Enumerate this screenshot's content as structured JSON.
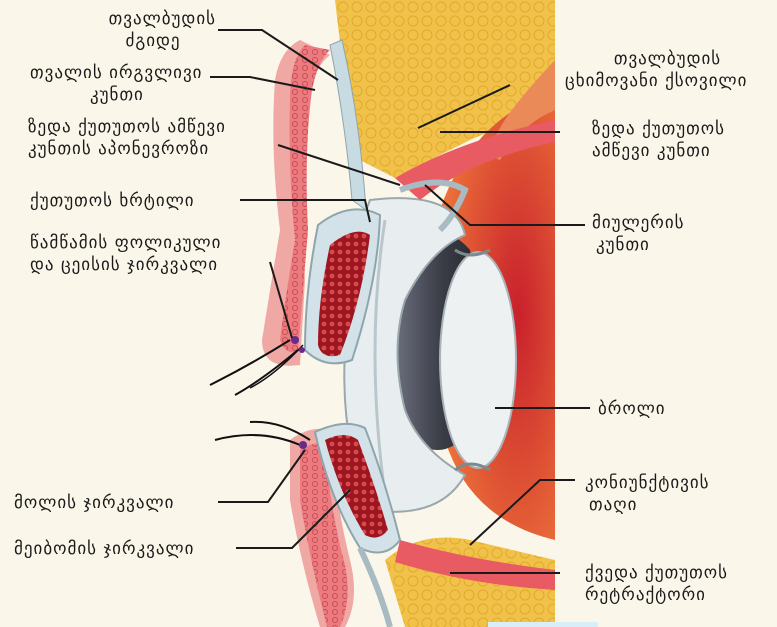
{
  "labels": {
    "orbital_septum": [
      "თვალბუდის",
      "ძგიდე"
    ],
    "orbicularis": [
      "თვალის ირგვლივი",
      "კუნთი"
    ],
    "levator_aponeurosis": [
      "ზედა ქუთუთოს ამწევი",
      "კუნთის აპონევროზი"
    ],
    "tarsal_plate": "ქუთუთოს ხრტილი",
    "follicle_glands": [
      "წამწამის ფოლიკული",
      "და ცეისის ჯირკვალი"
    ],
    "moll_gland": "მოლის ჯირკვალი",
    "meibomian_gland": "მეიბომის ჯირკვალი",
    "orbital_fat": [
      "თვალბუდის",
      "ცხიმოვანი ქსოვილი"
    ],
    "levator_muscle": [
      "ზედა ქუთუთოს",
      "ამწევი კუნთი"
    ],
    "muller_muscle": [
      "მიულერის",
      "კუნთი"
    ],
    "lens": "ბროლი",
    "conjunctival_fornix": [
      "კონიუნქტივის",
      "თაღი"
    ],
    "lower_retractors": [
      "ქვედა ქუთუთოს",
      "რეტრაქტორი"
    ]
  },
  "colors": {
    "background": "#fbf6ea",
    "fat": "#f2c84b",
    "muscle": "#e86a6a",
    "skin": "#f0a0a0",
    "tarsus": "#c9dce3",
    "gland": "#b0202a",
    "sclera": "#e5404a",
    "lens": "#eef1f2",
    "pupil": "#3e3f48",
    "lines": "#1a1a1a"
  }
}
